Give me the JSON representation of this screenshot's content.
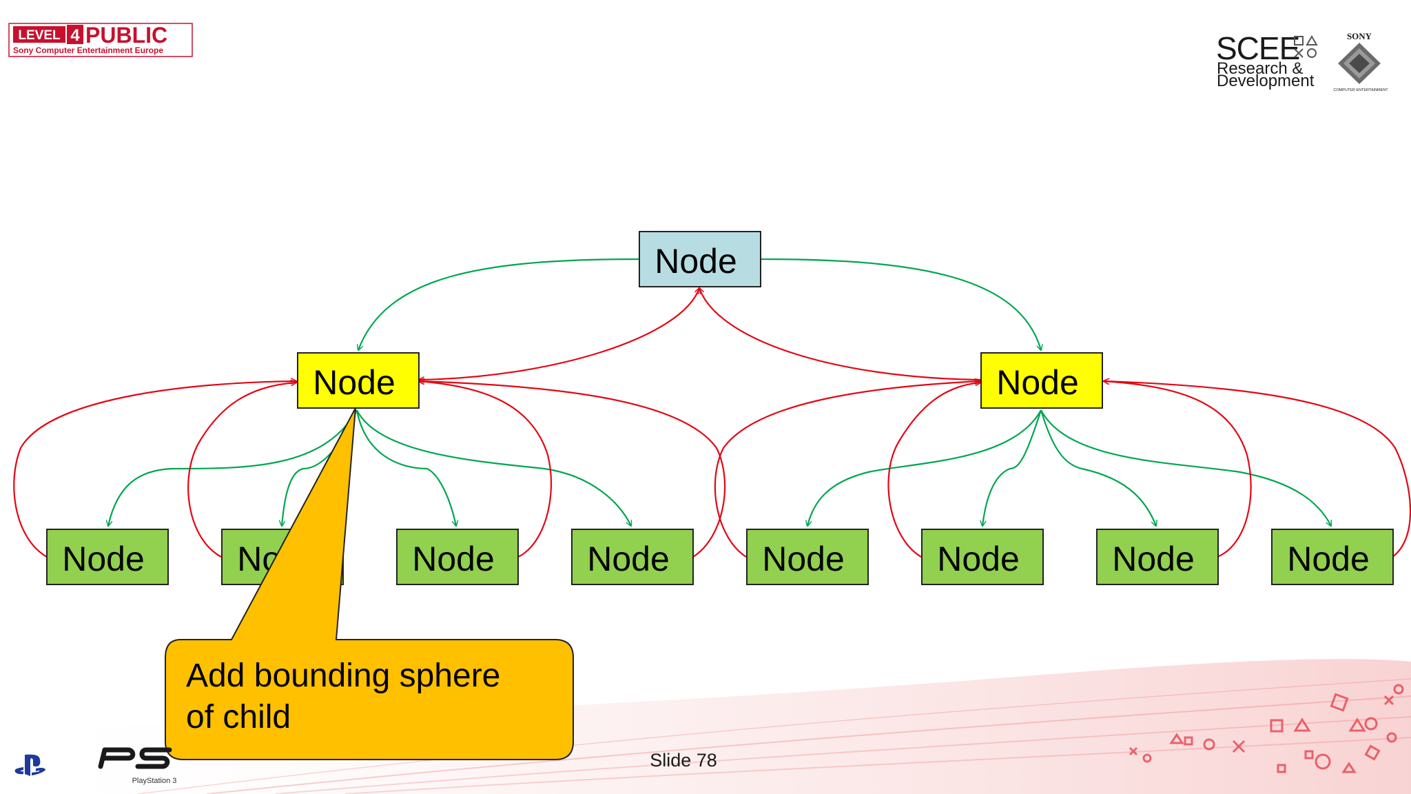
{
  "badge": {
    "level": "LEVEL",
    "number": "4",
    "word": "PUBLIC",
    "subtitle": "Sony Computer Entertainment Europe"
  },
  "brand": {
    "scee": "SCEE",
    "line1": "Research &",
    "line2": "Development",
    "sony": "SONY",
    "cert": "COMPUTER ENTERTAINMENT"
  },
  "diagram": {
    "root": "Node",
    "mid_left": "Node",
    "mid_right": "Node",
    "leaves": [
      "Node",
      "Node",
      "Node",
      "Node",
      "Node",
      "Node",
      "Node",
      "Node"
    ]
  },
  "callout": {
    "line1": "Add bounding sphere",
    "line2": "of child"
  },
  "footer": {
    "slide": "Slide 78",
    "ps3_caption": "PlayStation 3"
  },
  "colors": {
    "root_fill": "#b7dde2",
    "mid_fill": "#ffff00",
    "leaf_fill": "#92d050",
    "down_arrow": "#00a650",
    "up_arrow": "#e30613",
    "callout_fill": "#ffc000"
  }
}
